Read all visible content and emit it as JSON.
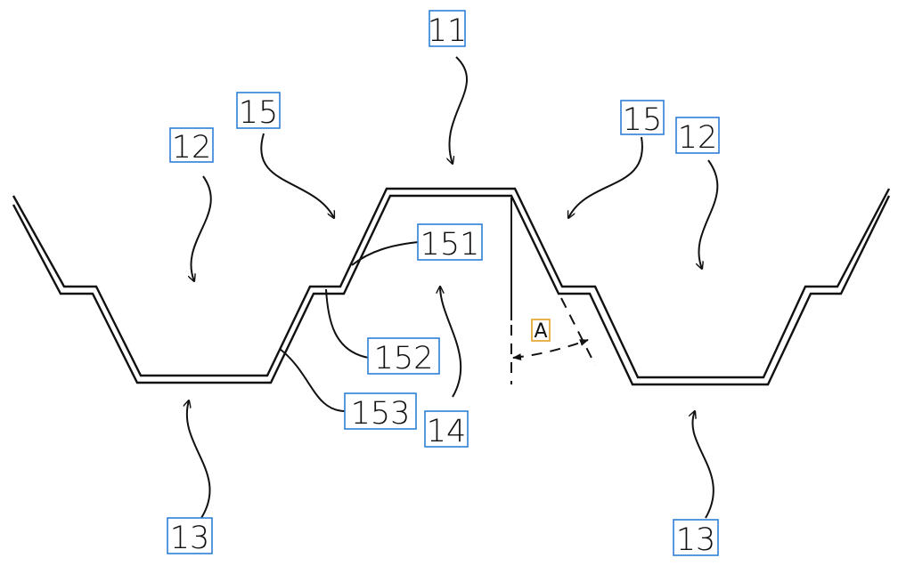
{
  "labels": {
    "l11": "11",
    "l12_left": "12",
    "l12_right": "12",
    "l15_left": "15",
    "l15_right": "15",
    "l151": "151",
    "l152": "152",
    "l153": "153",
    "l14": "14",
    "l13_left": "13",
    "l13_right": "13",
    "angle_a": "A"
  },
  "colors": {
    "label_border": "#2f7fd6",
    "angle_label_border": "#e3a020",
    "line": "#111111"
  }
}
